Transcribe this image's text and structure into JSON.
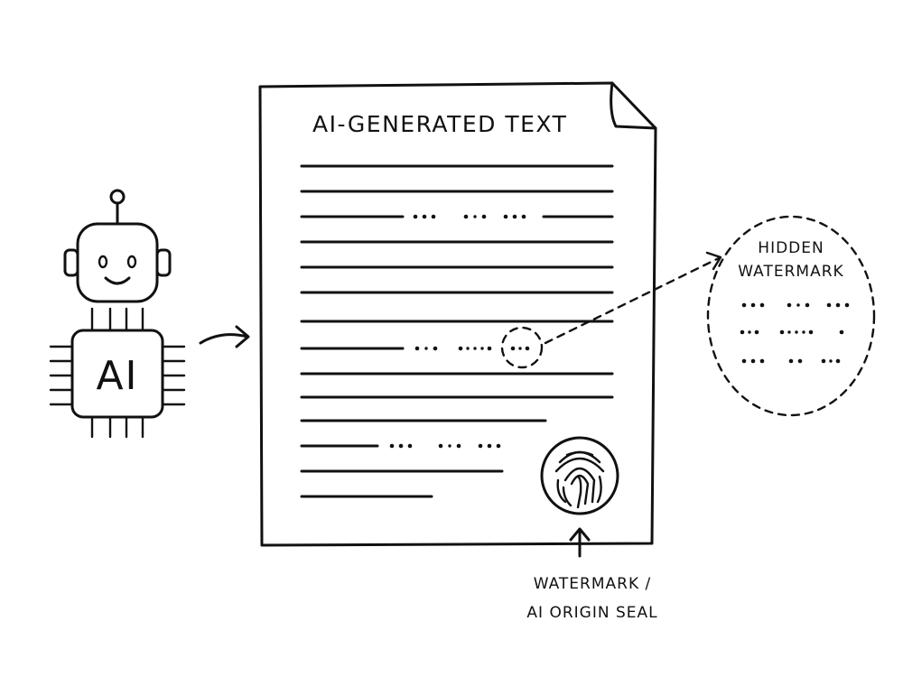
{
  "document": {
    "title": "AI-GENERATED TEXT"
  },
  "chip": {
    "label": "AI"
  },
  "callout": {
    "line1": "HIDDEN",
    "line2": "WATERMARK"
  },
  "seal": {
    "line1": "WATERMARK /",
    "line2": "AI ORIGIN SEAL"
  },
  "icons": {
    "robot": "robot-head-icon",
    "chip": "ai-chip-icon",
    "document": "document-page-icon",
    "fingerprint": "fingerprint-icon",
    "magnifier": "dashed-circle-icon"
  }
}
